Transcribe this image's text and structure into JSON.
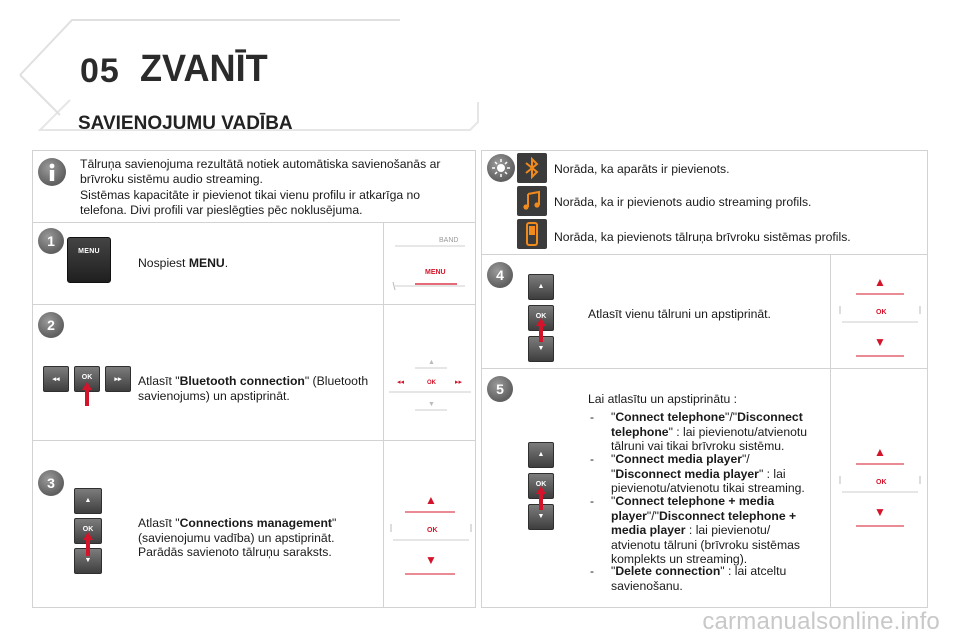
{
  "chapter": {
    "number": "05",
    "title": "ZVANĪT"
  },
  "section_title": "SAVIENOJUMU VADĪBA",
  "info": {
    "p1": "Tālruņa savienojuma rezultātā notiek automātiska savienošanās ar brīvroku sistēmu audio streaming.",
    "p2": "Sistēmas kapacitāte ir pievienot tikai vienu profilu ir atkarīga no telefona. Divi profili var pieslēgties pēc noklusējuma."
  },
  "steps": {
    "s1": {
      "num": "1",
      "pre": "Nospiest ",
      "bold": "MENU",
      "post": "."
    },
    "s2": {
      "num": "2",
      "pre": "Atlasīt \"",
      "bold": "Bluetooth connection",
      "post": "\" (Bluetooth savienojums) un apstiprināt."
    },
    "s3": {
      "num": "3",
      "pre": "Atlasīt \"",
      "bold": "Connections management",
      "post": "\" (savienojumu vadība) un apstiprināt. Parādās savienoto tālruņu saraksts."
    },
    "s4": {
      "num": "4",
      "text": "Atlasīt vienu tālruni un apstiprināt."
    },
    "s5": {
      "num": "5",
      "intro": "Lai atlasītu un apstiprinātu :",
      "bullets": [
        {
          "dash": "-",
          "q1": "\"",
          "b1": "Connect telephone",
          "m": "\"/\"",
          "b2": "Disconnect telephone",
          "rest": "\" : lai pievienotu/atvienotu tālruni vai tikai brīvroku sistēmu."
        },
        {
          "dash": "-",
          "q1": "\"",
          "b1": "Connect media player",
          "m": "\"/ \"",
          "b2": "Disconnect media player",
          "rest": "\" : lai pievienotu/atvienotu tikai streaming."
        },
        {
          "dash": "-",
          "q1": "\"",
          "b1": "Connect telephone + media player",
          "m": "\"/\"",
          "b2": "Disconnect telephone + media player",
          "rest": " : lai pievienotu/ atvienotu tālruni (brīvroku sistēmas komplekts un streaming)."
        },
        {
          "dash": "-",
          "q1": "\"",
          "b1": "Delete connection",
          "m": "",
          "b2": "",
          "rest": "\" : lai atceltu savienošanu."
        }
      ]
    }
  },
  "status": [
    {
      "icon": "bluetooth-icon",
      "text": "Norāda, ka aparāts ir pievienots."
    },
    {
      "icon": "music-note-icon",
      "text": "Norāda, ka ir pievienots audio streaming profils."
    },
    {
      "icon": "phone-icon",
      "text": "Norāda, ka pievienots tālruņa brīvroku sistēmas profils."
    }
  ],
  "keys": {
    "menu": "MENU",
    "band": "BAND",
    "ok": "OK",
    "rew": "◂◂",
    "ffw": "▸▸",
    "up": "▲",
    "down": "▼"
  },
  "colors": {
    "accent_red": "#d4142a",
    "icon_orange": "#f08a1c",
    "panel_border": "#d2d2d2"
  },
  "footer": "carmanualsonline.info"
}
